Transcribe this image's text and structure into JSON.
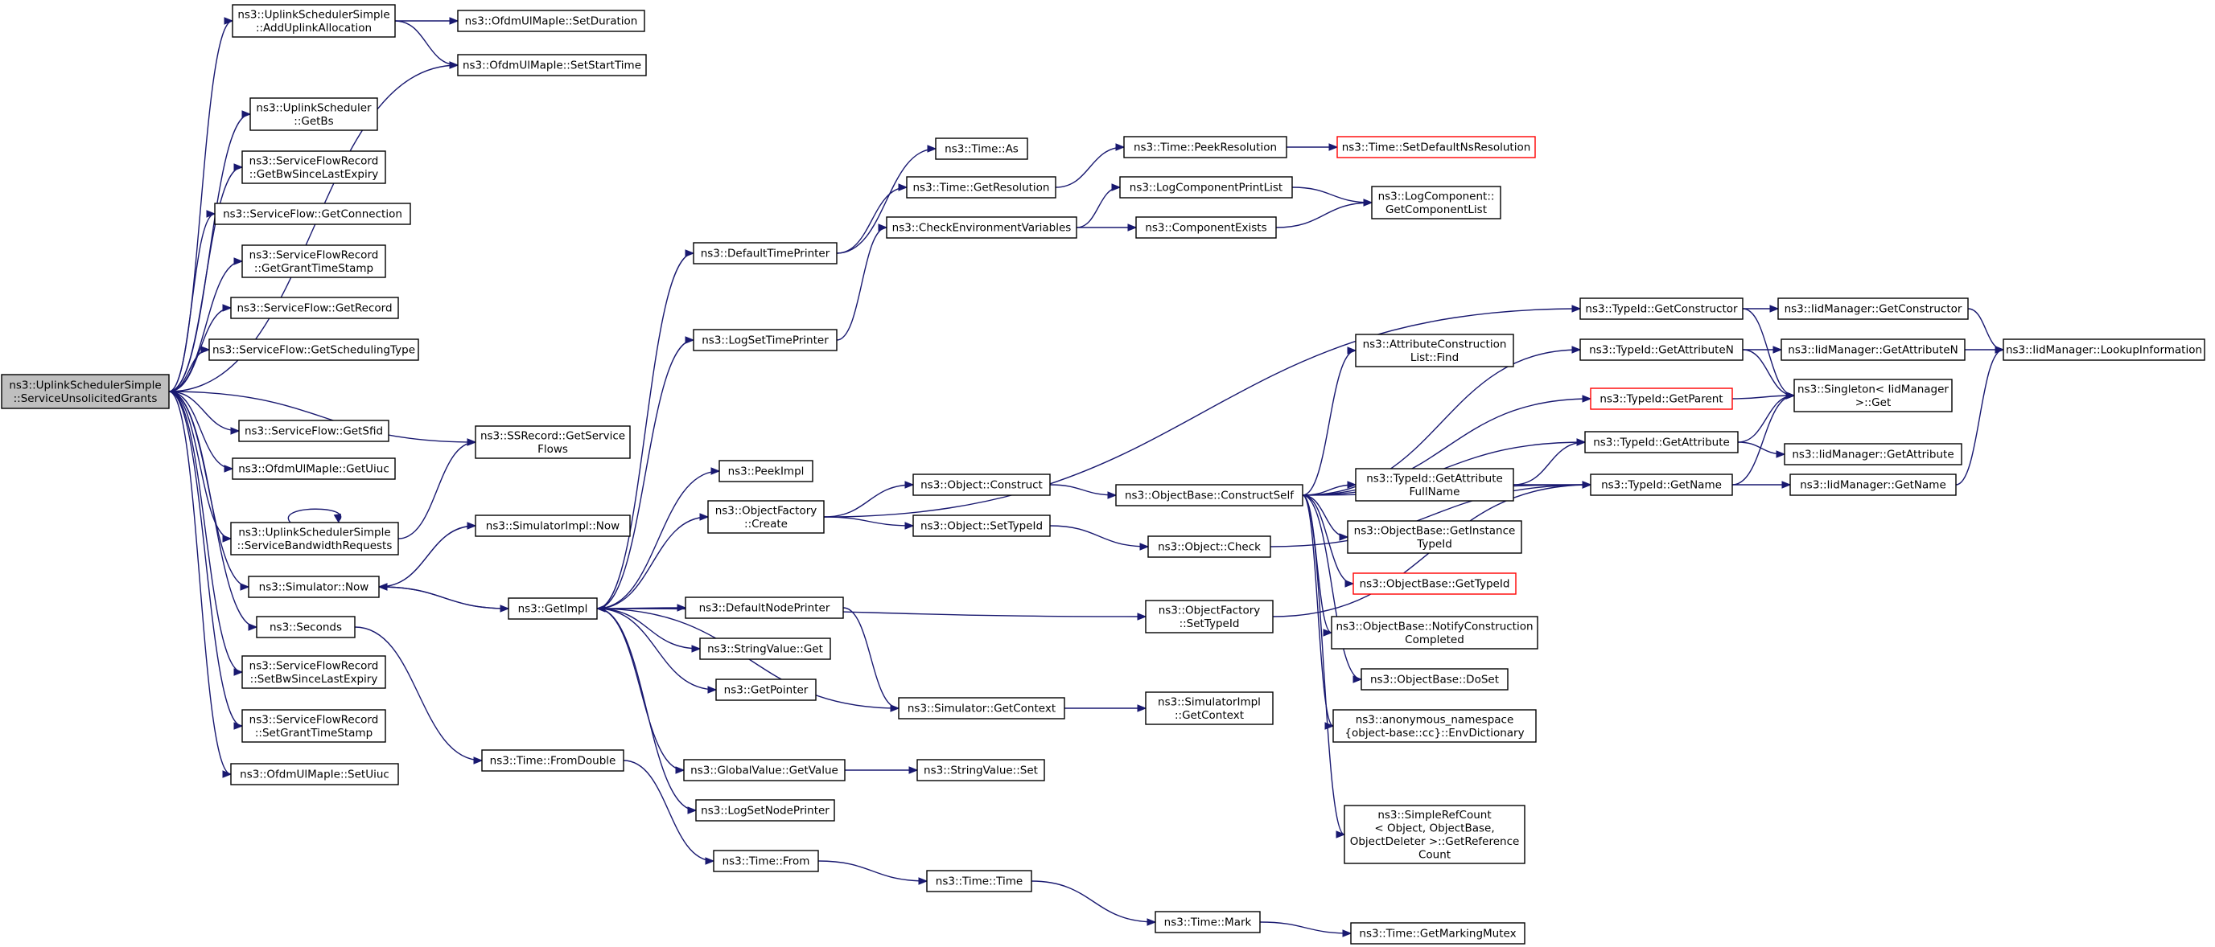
{
  "diagram": {
    "type": "call-graph",
    "colors": {
      "edge": "#191970",
      "truncated_border": "#ff0000",
      "root_fill": "#bfbfbf",
      "node_border": "#000000"
    },
    "nodes": [
      {
        "id": "root",
        "lines": [
          "ns3::UplinkSchedulerSimple",
          "::ServiceUnsolicitedGrants"
        ],
        "root": true
      },
      {
        "id": "addUplink",
        "lines": [
          "ns3::UplinkSchedulerSimple",
          "::AddUplinkAllocation"
        ]
      },
      {
        "id": "setDuration",
        "lines": [
          "ns3::OfdmUlMapIe::SetDuration"
        ]
      },
      {
        "id": "setStartTime",
        "lines": [
          "ns3::OfdmUlMapIe::SetStartTime"
        ]
      },
      {
        "id": "getBs",
        "lines": [
          "ns3::UplinkScheduler",
          "::GetBs"
        ]
      },
      {
        "id": "getBwSince",
        "lines": [
          "ns3::ServiceFlowRecord",
          "::GetBwSinceLastExpiry"
        ]
      },
      {
        "id": "getConnection",
        "lines": [
          "ns3::ServiceFlow::GetConnection"
        ]
      },
      {
        "id": "getGrantTS",
        "lines": [
          "ns3::ServiceFlowRecord",
          "::GetGrantTimeStamp"
        ]
      },
      {
        "id": "getRecord",
        "lines": [
          "ns3::ServiceFlow::GetRecord"
        ]
      },
      {
        "id": "getSchedType",
        "lines": [
          "ns3::ServiceFlow::GetSchedulingType"
        ]
      },
      {
        "id": "getSfid",
        "lines": [
          "ns3::ServiceFlow::GetSfid"
        ]
      },
      {
        "id": "getUiuc",
        "lines": [
          "ns3::OfdmUlMapIe::GetUiuc"
        ]
      },
      {
        "id": "ssGetSF",
        "lines": [
          "ns3::SSRecord::GetService",
          "Flows"
        ]
      },
      {
        "id": "serviceBW",
        "lines": [
          "ns3::UplinkSchedulerSimple",
          "::ServiceBandwidthRequests"
        ]
      },
      {
        "id": "simNow",
        "lines": [
          "ns3::Simulator::Now"
        ]
      },
      {
        "id": "seconds",
        "lines": [
          "ns3::Seconds"
        ]
      },
      {
        "id": "setBwSince",
        "lines": [
          "ns3::ServiceFlowRecord",
          "::SetBwSinceLastExpiry"
        ]
      },
      {
        "id": "setGrantTS",
        "lines": [
          "ns3::ServiceFlowRecord",
          "::SetGrantTimeStamp"
        ]
      },
      {
        "id": "setUiuc",
        "lines": [
          "ns3::OfdmUlMapIe::SetUiuc"
        ]
      },
      {
        "id": "simImplNow",
        "lines": [
          "ns3::SimulatorImpl::Now"
        ]
      },
      {
        "id": "getImpl",
        "lines": [
          "ns3::GetImpl"
        ]
      },
      {
        "id": "fromDouble",
        "lines": [
          "ns3::Time::FromDouble"
        ]
      },
      {
        "id": "defTimePrinter",
        "lines": [
          "ns3::DefaultTimePrinter"
        ]
      },
      {
        "id": "logSetTimePrinter",
        "lines": [
          "ns3::LogSetTimePrinter"
        ]
      },
      {
        "id": "peekImpl",
        "lines": [
          "ns3::PeekImpl"
        ]
      },
      {
        "id": "objFactCreate",
        "lines": [
          "ns3::ObjectFactory",
          "::Create"
        ]
      },
      {
        "id": "defNodePrinter",
        "lines": [
          "ns3::DefaultNodePrinter"
        ]
      },
      {
        "id": "strValGet",
        "lines": [
          "ns3::StringValue::Get"
        ]
      },
      {
        "id": "getPointer",
        "lines": [
          "ns3::GetPointer"
        ]
      },
      {
        "id": "globalGetValue",
        "lines": [
          "ns3::GlobalValue::GetValue"
        ]
      },
      {
        "id": "logSetNodePrinter",
        "lines": [
          "ns3::LogSetNodePrinter"
        ]
      },
      {
        "id": "timeFrom",
        "lines": [
          "ns3::Time::From"
        ]
      },
      {
        "id": "timeAs",
        "lines": [
          "ns3::Time::As"
        ]
      },
      {
        "id": "timeGetRes",
        "lines": [
          "ns3::Time::GetResolution"
        ]
      },
      {
        "id": "checkEnv",
        "lines": [
          "ns3::CheckEnvironmentVariables"
        ]
      },
      {
        "id": "objConstruct",
        "lines": [
          "ns3::Object::Construct"
        ]
      },
      {
        "id": "objSetTypeId",
        "lines": [
          "ns3::Object::SetTypeId"
        ]
      },
      {
        "id": "simGetContext",
        "lines": [
          "ns3::Simulator::GetContext"
        ]
      },
      {
        "id": "strValSet",
        "lines": [
          "ns3::StringValue::Set"
        ]
      },
      {
        "id": "timeTime",
        "lines": [
          "ns3::Time::Time"
        ]
      },
      {
        "id": "timePeekRes",
        "lines": [
          "ns3::Time::PeekResolution"
        ]
      },
      {
        "id": "timeSetDefNs",
        "lines": [
          "ns3::Time::SetDefaultNsResolution"
        ],
        "truncated": true
      },
      {
        "id": "logCompPrintList",
        "lines": [
          "ns3::LogComponentPrintList"
        ]
      },
      {
        "id": "compExists",
        "lines": [
          "ns3::ComponentExists"
        ]
      },
      {
        "id": "logCompGetList",
        "lines": [
          "ns3::LogComponent::",
          "GetComponentList"
        ]
      },
      {
        "id": "objBaseConstructSelf",
        "lines": [
          "ns3::ObjectBase::ConstructSelf"
        ]
      },
      {
        "id": "objCheck",
        "lines": [
          "ns3::Object::Check"
        ]
      },
      {
        "id": "objFactSetTypeId",
        "lines": [
          "ns3::ObjectFactory",
          "::SetTypeId"
        ]
      },
      {
        "id": "simImplGetContext",
        "lines": [
          "ns3::SimulatorImpl",
          "::GetContext"
        ]
      },
      {
        "id": "timeMark",
        "lines": [
          "ns3::Time::Mark"
        ]
      },
      {
        "id": "timeGetMarkingMutex",
        "lines": [
          "ns3::Time::GetMarkingMutex"
        ]
      },
      {
        "id": "attrConstrFind",
        "lines": [
          "ns3::AttributeConstruction",
          "List::Find"
        ]
      },
      {
        "id": "typeIdGetAttrFull",
        "lines": [
          "ns3::TypeId::GetAttribute",
          "FullName"
        ]
      },
      {
        "id": "objBaseGetInstTid",
        "lines": [
          "ns3::ObjectBase::GetInstance",
          "TypeId"
        ]
      },
      {
        "id": "objBaseGetTid",
        "lines": [
          "ns3::ObjectBase::GetTypeId"
        ],
        "truncated": true
      },
      {
        "id": "objBaseNotify",
        "lines": [
          "ns3::ObjectBase::NotifyConstruction",
          "Completed"
        ]
      },
      {
        "id": "objBaseDoSet",
        "lines": [
          "ns3::ObjectBase::DoSet"
        ]
      },
      {
        "id": "anonEnvDict",
        "lines": [
          "ns3::anonymous_namespace",
          "{object-base::cc}::EnvDictionary"
        ]
      },
      {
        "id": "simpleRefCount",
        "lines": [
          "ns3::SimpleRefCount",
          "< Object, ObjectBase,",
          "ObjectDeleter >::GetReference",
          "Count"
        ]
      },
      {
        "id": "typeIdGetConstructor",
        "lines": [
          "ns3::TypeId::GetConstructor"
        ]
      },
      {
        "id": "typeIdGetAttrN",
        "lines": [
          "ns3::TypeId::GetAttributeN"
        ]
      },
      {
        "id": "typeIdGetParent",
        "lines": [
          "ns3::TypeId::GetParent"
        ],
        "truncated": true
      },
      {
        "id": "typeIdGetAttr",
        "lines": [
          "ns3::TypeId::GetAttribute"
        ]
      },
      {
        "id": "typeIdGetName",
        "lines": [
          "ns3::TypeId::GetName"
        ]
      },
      {
        "id": "iidGetConstructor",
        "lines": [
          "ns3::IidManager::GetConstructor"
        ]
      },
      {
        "id": "iidGetAttrN",
        "lines": [
          "ns3::IidManager::GetAttributeN"
        ]
      },
      {
        "id": "singletonGet",
        "lines": [
          "ns3::Singleton< IidManager",
          ">::Get"
        ]
      },
      {
        "id": "iidGetAttr",
        "lines": [
          "ns3::IidManager::GetAttribute"
        ]
      },
      {
        "id": "iidGetName",
        "lines": [
          "ns3::IidManager::GetName"
        ]
      },
      {
        "id": "iidLookup",
        "lines": [
          "ns3::IidManager::LookupInformation"
        ]
      }
    ],
    "edges": [
      [
        "root",
        "addUplink"
      ],
      [
        "root",
        "getBs"
      ],
      [
        "root",
        "getBwSince"
      ],
      [
        "root",
        "getConnection"
      ],
      [
        "root",
        "getGrantTS"
      ],
      [
        "root",
        "getRecord"
      ],
      [
        "root",
        "getSchedType"
      ],
      [
        "root",
        "getSfid"
      ],
      [
        "root",
        "getUiuc"
      ],
      [
        "root",
        "ssGetSF"
      ],
      [
        "root",
        "serviceBW"
      ],
      [
        "root",
        "simNow"
      ],
      [
        "root",
        "seconds"
      ],
      [
        "root",
        "setBwSince"
      ],
      [
        "root",
        "setGrantTS"
      ],
      [
        "root",
        "setUiuc"
      ],
      [
        "addUplink",
        "setDuration"
      ],
      [
        "addUplink",
        "setStartTime"
      ],
      [
        "root",
        "setStartTime"
      ],
      [
        "serviceBW",
        "serviceBW"
      ],
      [
        "serviceBW",
        "ssGetSF"
      ],
      [
        "simNow",
        "simImplNow"
      ],
      [
        "simNow",
        "getImpl"
      ],
      [
        "simImplNow",
        "simNow"
      ],
      [
        "seconds",
        "fromDouble"
      ],
      [
        "fromDouble",
        "timeFrom"
      ],
      [
        "timeFrom",
        "timeTime"
      ],
      [
        "timeTime",
        "timeMark"
      ],
      [
        "timeMark",
        "timeGetMarkingMutex"
      ],
      [
        "getImpl",
        "defTimePrinter"
      ],
      [
        "getImpl",
        "logSetTimePrinter"
      ],
      [
        "getImpl",
        "peekImpl"
      ],
      [
        "getImpl",
        "objFactCreate"
      ],
      [
        "getImpl",
        "defNodePrinter"
      ],
      [
        "getImpl",
        "strValGet"
      ],
      [
        "getImpl",
        "getPointer"
      ],
      [
        "getImpl",
        "globalGetValue"
      ],
      [
        "getImpl",
        "logSetNodePrinter"
      ],
      [
        "getImpl",
        "objFactSetTypeId"
      ],
      [
        "getImpl",
        "simNow"
      ],
      [
        "defTimePrinter",
        "timeAs"
      ],
      [
        "defTimePrinter",
        "timeGetRes"
      ],
      [
        "timeGetRes",
        "timePeekRes"
      ],
      [
        "timePeekRes",
        "timeSetDefNs"
      ],
      [
        "logSetTimePrinter",
        "checkEnv"
      ],
      [
        "checkEnv",
        "logCompPrintList"
      ],
      [
        "checkEnv",
        "compExists"
      ],
      [
        "logCompPrintList",
        "logCompGetList"
      ],
      [
        "compExists",
        "logCompGetList"
      ],
      [
        "objFactCreate",
        "objConstruct"
      ],
      [
        "objFactCreate",
        "objSetTypeId"
      ],
      [
        "objFactCreate",
        "typeIdGetConstructor"
      ],
      [
        "objConstruct",
        "objBaseConstructSelf"
      ],
      [
        "objSetTypeId",
        "objCheck"
      ],
      [
        "defNodePrinter",
        "simGetContext"
      ],
      [
        "simGetContext",
        "simImplGetContext"
      ],
      [
        "simGetContext",
        "getImpl"
      ],
      [
        "globalGetValue",
        "strValSet"
      ],
      [
        "objBaseConstructSelf",
        "attrConstrFind"
      ],
      [
        "objBaseConstructSelf",
        "typeIdGetAttrFull"
      ],
      [
        "objBaseConstructSelf",
        "objBaseGetInstTid"
      ],
      [
        "objBaseConstructSelf",
        "objBaseGetTid"
      ],
      [
        "objBaseConstructSelf",
        "objBaseNotify"
      ],
      [
        "objBaseConstructSelf",
        "objBaseDoSet"
      ],
      [
        "objBaseConstructSelf",
        "anonEnvDict"
      ],
      [
        "objBaseConstructSelf",
        "simpleRefCount"
      ],
      [
        "objBaseConstructSelf",
        "typeIdGetAttrN"
      ],
      [
        "objBaseConstructSelf",
        "typeIdGetParent"
      ],
      [
        "objBaseConstructSelf",
        "typeIdGetAttr"
      ],
      [
        "objBaseConstructSelf",
        "typeIdGetName"
      ],
      [
        "objCheck",
        "typeIdGetName"
      ],
      [
        "objFactSetTypeId",
        "typeIdGetName"
      ],
      [
        "typeIdGetAttrFull",
        "typeIdGetAttr"
      ],
      [
        "typeIdGetAttrFull",
        "typeIdGetName"
      ],
      [
        "typeIdGetConstructor",
        "iidGetConstructor"
      ],
      [
        "typeIdGetConstructor",
        "singletonGet"
      ],
      [
        "typeIdGetAttrN",
        "iidGetAttrN"
      ],
      [
        "typeIdGetAttrN",
        "singletonGet"
      ],
      [
        "typeIdGetParent",
        "singletonGet"
      ],
      [
        "typeIdGetAttr",
        "iidGetAttr"
      ],
      [
        "typeIdGetAttr",
        "singletonGet"
      ],
      [
        "typeIdGetName",
        "iidGetName"
      ],
      [
        "typeIdGetName",
        "singletonGet"
      ],
      [
        "iidGetConstructor",
        "iidLookup"
      ],
      [
        "iidGetAttrN",
        "iidLookup"
      ],
      [
        "iidGetName",
        "iidLookup"
      ]
    ]
  }
}
